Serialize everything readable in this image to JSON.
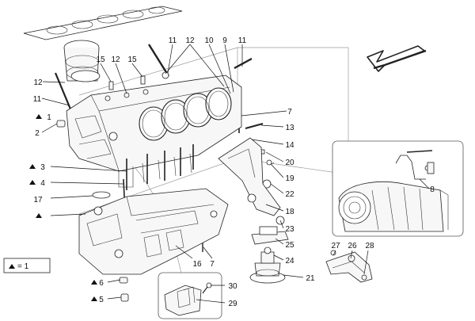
{
  "callouts": [
    {
      "id": "c11a",
      "text": "11"
    },
    {
      "id": "c12a",
      "text": "12"
    },
    {
      "id": "c10",
      "text": "10"
    },
    {
      "id": "c9",
      "text": "9"
    },
    {
      "id": "c11b",
      "text": "11"
    },
    {
      "id": "c15a",
      "text": "15"
    },
    {
      "id": "c12b",
      "text": "12"
    },
    {
      "id": "c15b",
      "text": "15"
    },
    {
      "id": "c12c",
      "text": "12"
    },
    {
      "id": "c11c",
      "text": "11"
    },
    {
      "id": "c1",
      "text": "1"
    },
    {
      "id": "c2",
      "text": "2"
    },
    {
      "id": "c7a",
      "text": "7"
    },
    {
      "id": "c13",
      "text": "13"
    },
    {
      "id": "c14",
      "text": "14"
    },
    {
      "id": "c20",
      "text": "20"
    },
    {
      "id": "c19",
      "text": "19"
    },
    {
      "id": "c22",
      "text": "22"
    },
    {
      "id": "c18",
      "text": "18"
    },
    {
      "id": "c23",
      "text": "23"
    },
    {
      "id": "c25",
      "text": "25"
    },
    {
      "id": "c24",
      "text": "24"
    },
    {
      "id": "c21",
      "text": "21"
    },
    {
      "id": "c8",
      "text": "8"
    },
    {
      "id": "c27",
      "text": "27"
    },
    {
      "id": "c26",
      "text": "26"
    },
    {
      "id": "c28",
      "text": "28"
    },
    {
      "id": "c3",
      "text": "3"
    },
    {
      "id": "c4",
      "text": "4"
    },
    {
      "id": "c17",
      "text": "17"
    },
    {
      "id": "c6",
      "text": "6"
    },
    {
      "id": "c5",
      "text": "5"
    },
    {
      "id": "c16",
      "text": "16"
    },
    {
      "id": "c7b",
      "text": "7"
    },
    {
      "id": "c30",
      "text": "30"
    },
    {
      "id": "c29",
      "text": "29"
    }
  ],
  "legend": {
    "text": "= 1"
  }
}
